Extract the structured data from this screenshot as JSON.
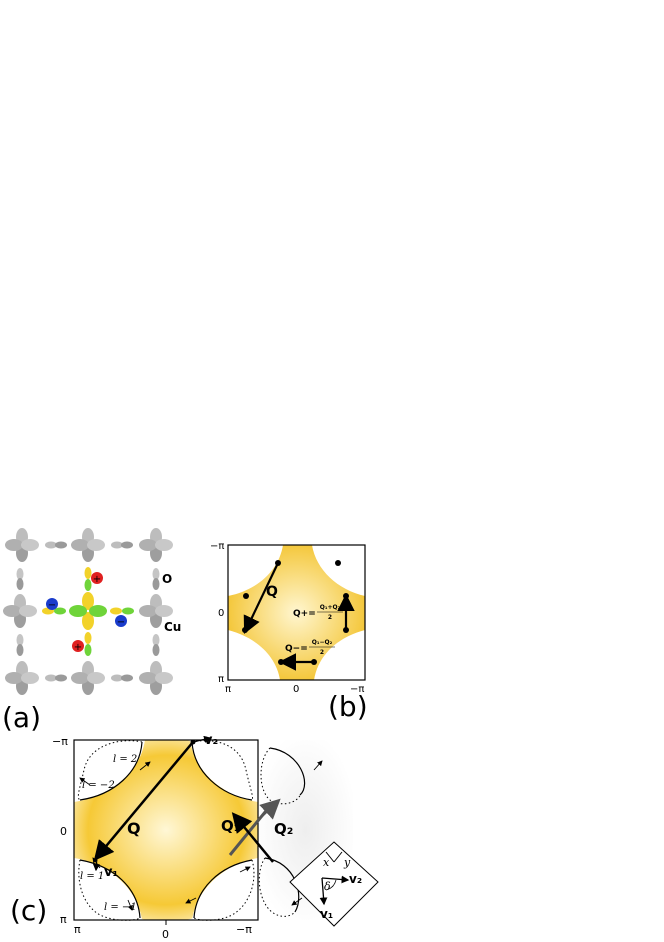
{
  "panel_a": {
    "label": "(a)",
    "atom_labels": {
      "oxygen": "O",
      "copper": "Cu"
    },
    "charges": {
      "plus": "+",
      "minus": "−"
    }
  },
  "panel_b": {
    "label": "(b)",
    "ticks": {
      "top_left": "−π",
      "mid_left": "0",
      "bottom_left": "π",
      "bottom_mid": "0",
      "bottom_right": "−π"
    },
    "vector_Q": "Q",
    "q_plus": {
      "prefix": "Q+=",
      "numerator": "Q₁+Q₂",
      "denominator": "2"
    },
    "q_minus": {
      "prefix": "Q−=",
      "numerator": "Q₁−Q₂",
      "denominator": "2"
    }
  },
  "panel_c": {
    "label": "(c)",
    "ticks": {
      "top_left": "−π",
      "mid_left": "0",
      "bottom_left": "π",
      "bottom_mid": "0",
      "bottom_right": "−π"
    },
    "vector_Q": "Q",
    "vector_Q1": "Q₁",
    "vector_Q2": "Q₂",
    "v1": "v₁",
    "v2": "v₂",
    "l_labels": [
      "l = 2",
      "l = −2",
      "l = 1",
      "l = −1"
    ],
    "inset": {
      "x": "x",
      "y": "y",
      "delta": "δ",
      "v1": "v₁",
      "v2": "v₂"
    }
  },
  "colors": {
    "fermi_fill": "#f5c83a",
    "fermi_center": "#fff8d8",
    "oxygen_plus": "#e02020",
    "oxygen_minus": "#1a3ccc",
    "orbital_green": "#6fd43a",
    "orbital_yellow": "#f2d22a"
  }
}
